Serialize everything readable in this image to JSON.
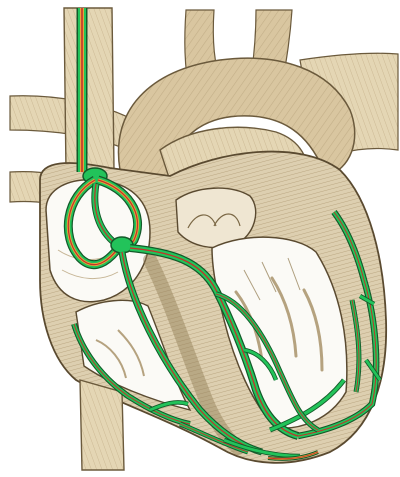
{
  "illustration": {
    "subject": "heart-conduction-system",
    "icon": "anatomical-heart-illustration",
    "colors": {
      "background": "#ffffff",
      "tissue": "#d9c6a0",
      "tissue_light": "#ebe0c6",
      "tissue_dark": "#b9a47d",
      "outline": "#6b5a3c",
      "chamber_interior": "#fbfaf6",
      "conduction_green": "#22c35a",
      "conduction_dark": "#145a2a",
      "conduction_red": "#c2332a",
      "conduction_orange": "#e8a23a"
    },
    "parts": [
      "superior-vena-cava",
      "aortic-arch",
      "pulmonary-trunk",
      "pulmonary-veins",
      "right-atrium",
      "left-atrium",
      "right-ventricle",
      "left-ventricle",
      "inferior-vena-cava",
      "sinoatrial-node",
      "atrioventricular-node",
      "bundle-of-his",
      "purkinje-fibers"
    ]
  }
}
